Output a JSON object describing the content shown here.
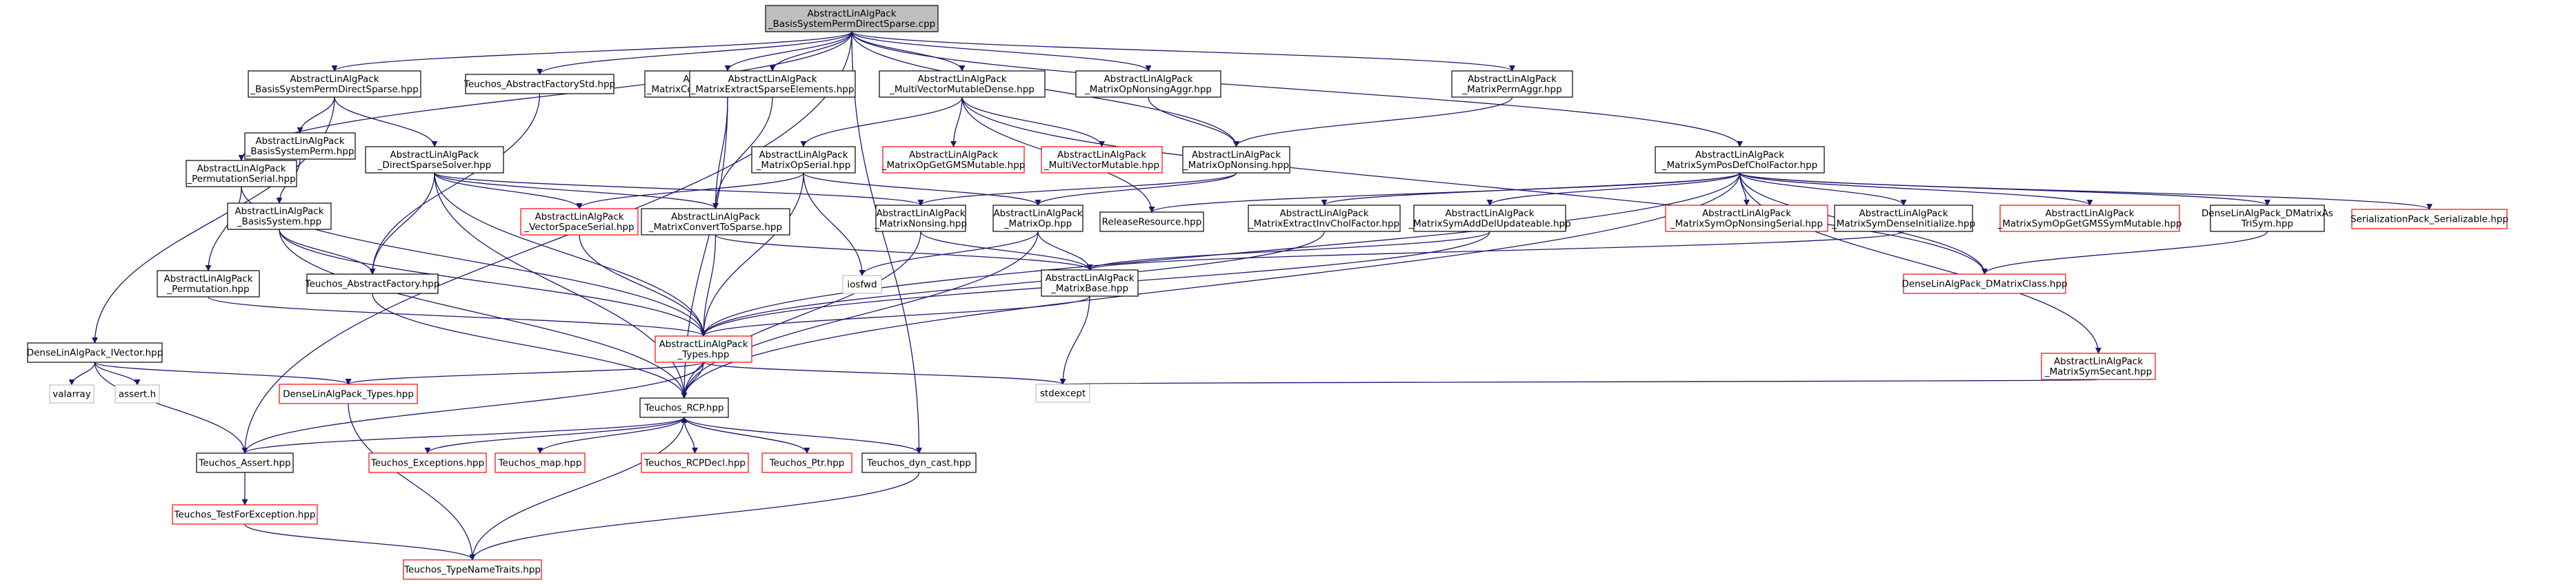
{
  "colors": {
    "edge": "#191970",
    "normal_border": "#000000",
    "truncated_border": "#ff0000",
    "current_fill": "#bfbfbf",
    "external_border": "#bfbfbf",
    "external_text": "#808080"
  },
  "nodes": [
    {
      "id": "root",
      "lines": [
        "AbstractLinAlgPack",
        "_BasisSystemPermDirectSparse.cpp"
      ],
      "kind": "current"
    },
    {
      "id": "bspds",
      "lines": [
        "AbstractLinAlgPack",
        "_BasisSystemPermDirectSparse.hpp"
      ],
      "kind": "normal"
    },
    {
      "id": "tafs",
      "lines": [
        "Teuchos_AbstractFactoryStd.hpp"
      ],
      "kind": "normal"
    },
    {
      "id": "mcse",
      "lines": [
        "AbstractLinAlgPack",
        "_MatrixConvertToSparseEncap.hpp"
      ],
      "kind": "normal"
    },
    {
      "id": "mese",
      "lines": [
        "AbstractLinAlgPack",
        "_MatrixExtractSparseElements.hpp"
      ],
      "kind": "normal"
    },
    {
      "id": "mvmd",
      "lines": [
        "AbstractLinAlgPack",
        "_MultiVectorMutableDense.hpp"
      ],
      "kind": "normal"
    },
    {
      "id": "mona",
      "lines": [
        "AbstractLinAlgPack",
        "_MatrixOpNonsingAggr.hpp"
      ],
      "kind": "normal"
    },
    {
      "id": "mpa",
      "lines": [
        "AbstractLinAlgPack",
        "_MatrixPermAggr.hpp"
      ],
      "kind": "normal"
    },
    {
      "id": "mspdcf",
      "lines": [
        "AbstractLinAlgPack",
        "_MatrixSymPosDefCholFactor.hpp"
      ],
      "kind": "normal"
    },
    {
      "id": "ps",
      "lines": [
        "AbstractLinAlgPack",
        "_PermutationSerial.hpp"
      ],
      "kind": "normal"
    },
    {
      "id": "bsp",
      "lines": [
        "AbstractLinAlgPack",
        "_BasisSystemPerm.hpp"
      ],
      "kind": "normal"
    },
    {
      "id": "dss",
      "lines": [
        "AbstractLinAlgPack",
        "_DirectSparseSolver.hpp"
      ],
      "kind": "normal"
    },
    {
      "id": "mos",
      "lines": [
        "AbstractLinAlgPack",
        "_MatrixOpSerial.hpp"
      ],
      "kind": "normal"
    },
    {
      "id": "mgmsm",
      "lines": [
        "AbstractLinAlgPack",
        "_MatrixOpGetGMSMutable.hpp"
      ],
      "kind": "truncated"
    },
    {
      "id": "mvm",
      "lines": [
        "AbstractLinAlgPack",
        "_MultiVectorMutable.hpp"
      ],
      "kind": "truncated"
    },
    {
      "id": "mon",
      "lines": [
        "AbstractLinAlgPack",
        "_MatrixOpNonsing.hpp"
      ],
      "kind": "normal"
    },
    {
      "id": "bs",
      "lines": [
        "AbstractLinAlgPack",
        "_BasisSystem.hpp"
      ],
      "kind": "normal"
    },
    {
      "id": "vss",
      "lines": [
        "AbstractLinAlgPack",
        "_VectorSpaceSerial.hpp"
      ],
      "kind": "truncated"
    },
    {
      "id": "mcts",
      "lines": [
        "AbstractLinAlgPack",
        "_MatrixConvertToSparse.hpp"
      ],
      "kind": "normal"
    },
    {
      "id": "mn",
      "lines": [
        "AbstractLinAlgPack",
        "_MatrixNonsing.hpp"
      ],
      "kind": "normal"
    },
    {
      "id": "mo",
      "lines": [
        "AbstractLinAlgPack",
        "_MatrixOp.hpp"
      ],
      "kind": "normal"
    },
    {
      "id": "rr",
      "lines": [
        "ReleaseResource.hpp"
      ],
      "kind": "normal"
    },
    {
      "id": "meicf",
      "lines": [
        "AbstractLinAlgPack",
        "_MatrixExtractInvCholFactor.hpp"
      ],
      "kind": "normal"
    },
    {
      "id": "msadu",
      "lines": [
        "AbstractLinAlgPack",
        "_MatrixSymAddDelUpdateable.hpp"
      ],
      "kind": "normal"
    },
    {
      "id": "mosns",
      "lines": [
        "AbstractLinAlgPack",
        "_MatrixSymOpNonsingSerial.hpp"
      ],
      "kind": "truncated"
    },
    {
      "id": "msdi",
      "lines": [
        "AbstractLinAlgPack",
        "_MatrixSymDenseInitialize.hpp"
      ],
      "kind": "normal"
    },
    {
      "id": "msogsm",
      "lines": [
        "AbstractLinAlgPack",
        "_MatrixSymOpGetGMSSymMutable.hpp"
      ],
      "kind": "truncated"
    },
    {
      "id": "dmts",
      "lines": [
        "DenseLinAlgPack_DMatrixAs",
        "TriSym.hpp"
      ],
      "kind": "normal"
    },
    {
      "id": "sps",
      "lines": [
        "SerializationPack_Serializable.hpp"
      ],
      "kind": "truncated"
    },
    {
      "id": "perm",
      "lines": [
        "AbstractLinAlgPack",
        "_Permutation.hpp"
      ],
      "kind": "normal"
    },
    {
      "id": "taf",
      "lines": [
        "Teuchos_AbstractFactory.hpp"
      ],
      "kind": "normal"
    },
    {
      "id": "iosfwd",
      "lines": [
        "iosfwd"
      ],
      "kind": "external"
    },
    {
      "id": "mb",
      "lines": [
        "AbstractLinAlgPack",
        "_MatrixBase.hpp"
      ],
      "kind": "normal"
    },
    {
      "id": "dmc",
      "lines": [
        "DenseLinAlgPack_DMatrixClass.hpp"
      ],
      "kind": "truncated"
    },
    {
      "id": "iv",
      "lines": [
        "DenseLinAlgPack_IVector.hpp"
      ],
      "kind": "normal"
    },
    {
      "id": "types",
      "lines": [
        "AbstractLinAlgPack",
        "_Types.hpp"
      ],
      "kind": "truncated"
    },
    {
      "id": "mss",
      "lines": [
        "AbstractLinAlgPack",
        "_MatrixSymSecant.hpp"
      ],
      "kind": "truncated"
    },
    {
      "id": "valarray",
      "lines": [
        "valarray"
      ],
      "kind": "external"
    },
    {
      "id": "asserth",
      "lines": [
        "assert.h"
      ],
      "kind": "external"
    },
    {
      "id": "dtypes",
      "lines": [
        "DenseLinAlgPack_Types.hpp"
      ],
      "kind": "truncated"
    },
    {
      "id": "stdexcept",
      "lines": [
        "stdexcept"
      ],
      "kind": "external"
    },
    {
      "id": "rcp",
      "lines": [
        "Teuchos_RCP.hpp"
      ],
      "kind": "normal"
    },
    {
      "id": "tassert",
      "lines": [
        "Teuchos_Assert.hpp"
      ],
      "kind": "normal"
    },
    {
      "id": "texc",
      "lines": [
        "Teuchos_Exceptions.hpp"
      ],
      "kind": "truncated"
    },
    {
      "id": "tmap",
      "lines": [
        "Teuchos_map.hpp"
      ],
      "kind": "truncated"
    },
    {
      "id": "rcpdecl",
      "lines": [
        "Teuchos_RCPDecl.hpp"
      ],
      "kind": "truncated"
    },
    {
      "id": "tptr",
      "lines": [
        "Teuchos_Ptr.hpp"
      ],
      "kind": "truncated"
    },
    {
      "id": "tdc",
      "lines": [
        "Teuchos_dyn_cast.hpp"
      ],
      "kind": "normal"
    },
    {
      "id": "ttfe",
      "lines": [
        "Teuchos_TestForException.hpp"
      ],
      "kind": "truncated"
    },
    {
      "id": "ttnt",
      "lines": [
        "Teuchos_TypeNameTraits.hpp"
      ],
      "kind": "truncated"
    }
  ]
}
